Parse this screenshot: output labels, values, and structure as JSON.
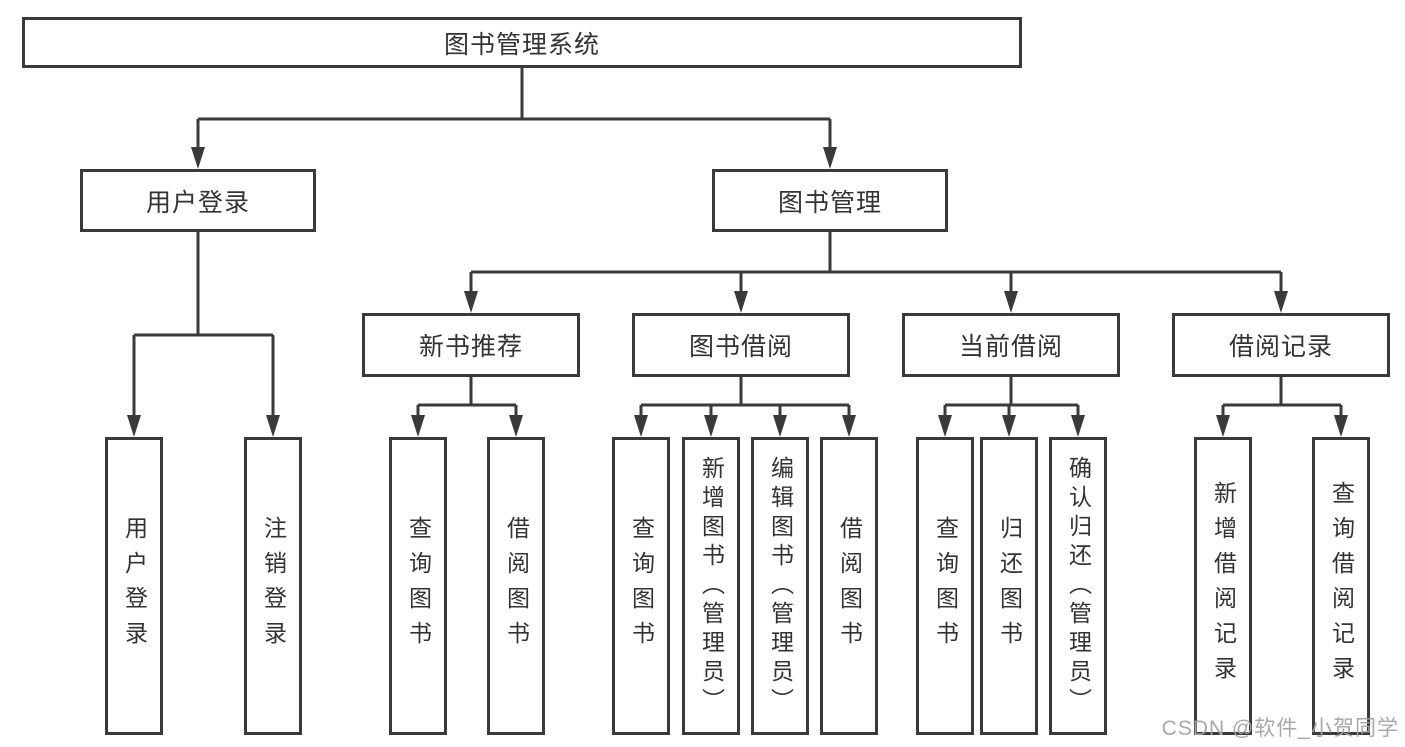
{
  "tree": {
    "label": "图书管理系统",
    "children": [
      {
        "label": "用户登录",
        "children": [
          {
            "label": "用户登录"
          },
          {
            "label": "注销登录"
          }
        ]
      },
      {
        "label": "图书管理",
        "children": [
          {
            "label": "新书推荐",
            "children": [
              {
                "label": "查询图书"
              },
              {
                "label": "借阅图书"
              }
            ]
          },
          {
            "label": "图书借阅",
            "children": [
              {
                "label": "查询图书"
              },
              {
                "label": "新增图书（管理员）"
              },
              {
                "label": "编辑图书（管理员）"
              },
              {
                "label": "借阅图书"
              }
            ]
          },
          {
            "label": "当前借阅",
            "children": [
              {
                "label": "查询图书"
              },
              {
                "label": "归还图书"
              },
              {
                "label": "确认归还（管理员）"
              }
            ]
          },
          {
            "label": "借阅记录",
            "children": [
              {
                "label": "新增借阅记录"
              },
              {
                "label": "查询借阅记录"
              }
            ]
          }
        ]
      }
    ]
  },
  "watermark": "CSDN @软件_小贺同学",
  "colors": {
    "line": "#3a3a3a",
    "box_border": "#3a3a3a",
    "text": "#333333",
    "background": "#ffffff",
    "watermark": "#a5a2a2"
  }
}
